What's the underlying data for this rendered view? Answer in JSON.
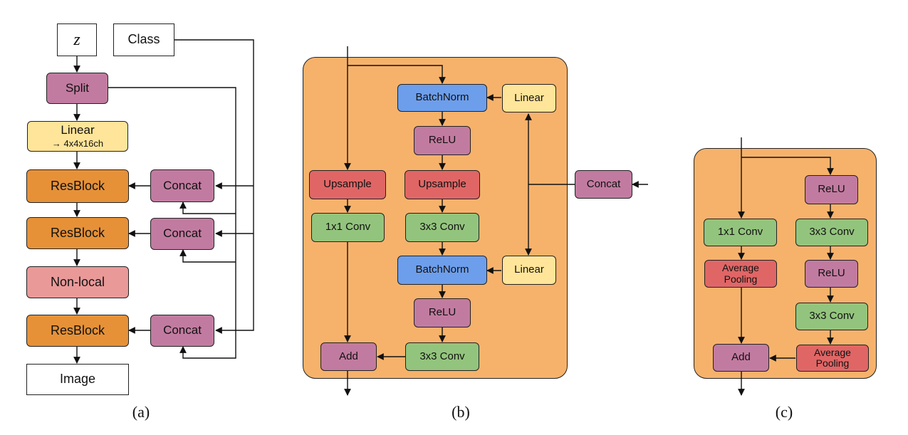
{
  "diagram_a": {
    "z": "z",
    "class": "Class",
    "split": "Split",
    "linear": "Linear",
    "linear_sub": "→ 4x4x16ch",
    "resblock": "ResBlock",
    "concat": "Concat",
    "nonlocal": "Non-local",
    "image": "Image",
    "caption": "(a)"
  },
  "diagram_b": {
    "batchnorm": "BatchNorm",
    "linear": "Linear",
    "relu": "ReLU",
    "upsample": "Upsample",
    "conv1x1": "1x1 Conv",
    "conv3x3": "3x3 Conv",
    "concat": "Concat",
    "add": "Add",
    "caption": "(b)"
  },
  "diagram_c": {
    "relu": "ReLU",
    "conv1x1": "1x1 Conv",
    "conv3x3": "3x3 Conv",
    "avgpool_line1": "Average",
    "avgpool_line2": "Pooling",
    "add": "Add",
    "caption": "(c)"
  },
  "colors": {
    "panel": "#f6b26b",
    "purple": "#c27ba0",
    "orange": "#e69138",
    "pink": "#ea9999",
    "yellow": "#ffe599",
    "red": "#e06666",
    "green": "#93c47d",
    "blue": "#6d9eeb"
  }
}
